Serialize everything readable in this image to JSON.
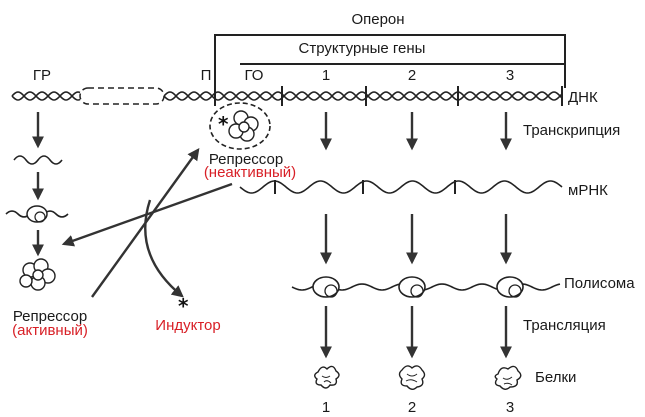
{
  "labels": {
    "operon": "Оперон",
    "structural_genes": "Структурные гены",
    "gr": "ГР",
    "p": "П",
    "go": "ГО",
    "gene1": "1",
    "gene2": "2",
    "gene3": "3",
    "dna": "ДНК",
    "transcription": "Транскрипция",
    "repressor_inactive_1": "Репрессор",
    "repressor_inactive_2": "(неактивный)",
    "mrna": "мРНК",
    "polysome": "Полисома",
    "translation": "Трансляция",
    "repressor_active_1": "Репрессор",
    "repressor_active_2": "(активный)",
    "inductor": "Индуктор",
    "proteins": "Белки",
    "protein1": "1",
    "protein2": "2",
    "protein3": "3"
  },
  "colors": {
    "ink": "#222222",
    "highlight": "#d81f26"
  }
}
